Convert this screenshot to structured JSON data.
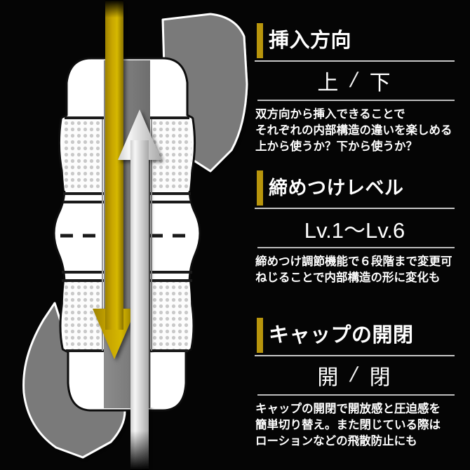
{
  "theme": {
    "background": "#050505",
    "accent": "#b8950c",
    "text": "#ffffff",
    "rule": "#c8c8c8",
    "illustration_gray": "#7a7a7a",
    "illustration_white": "#ffffff",
    "arrow_gold_light": "#d4b500",
    "arrow_gold_dark": "#8c7400",
    "arrow_silver_light": "#f4f4f4",
    "arrow_silver_dark": "#9d9d9d"
  },
  "illustration": {
    "label": "cutaway-product-diagram",
    "arrow_down_label": "gold-down-arrow",
    "arrow_up_label": "silver-up-arrow",
    "cap_top_label": "detached-cap-top",
    "cap_bottom_label": "detached-cap-bottom"
  },
  "sections": [
    {
      "id": "insertion-direction",
      "title": "挿入方向",
      "value_left": "上",
      "separator": "/",
      "value_right": "下",
      "body": [
        "双方向から挿入できることで",
        "それぞれの内部構造の違いを楽しめる",
        "上から使うか？下から使うか？"
      ]
    },
    {
      "id": "tightness-level",
      "title": "締めつけレベル",
      "value_single": "Lv.1〜Lv.6",
      "body": [
        "締めつけ調節機能で６段階まで変更可",
        "ねじることで内部構造の形に変化も"
      ]
    },
    {
      "id": "cap-open-close",
      "title": "キャップの開閉",
      "value_left": "開",
      "separator": "/",
      "value_right": "閉",
      "body": [
        "キャップの開閉で開放感と圧迫感を",
        "簡単切り替え。また閉じている際は",
        "ローションなどの飛散防止にも"
      ]
    }
  ]
}
